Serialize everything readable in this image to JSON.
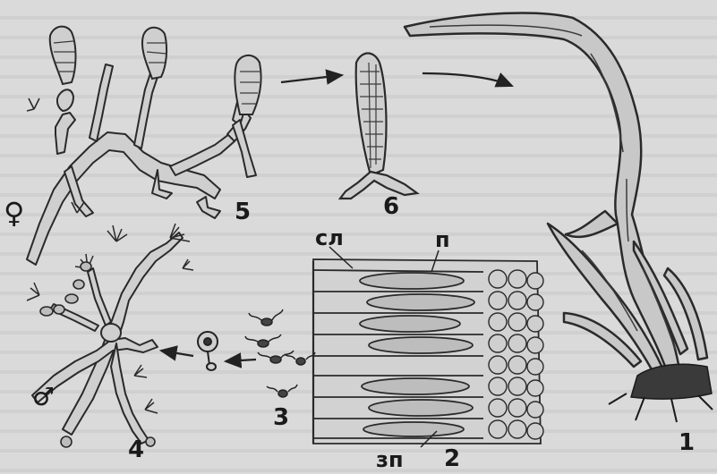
{
  "figure": {
    "labels": {
      "stage_1": "1",
      "stage_2": "2",
      "stage_3": "3",
      "stage_4": "4",
      "stage_5": "5",
      "stage_6": "6",
      "sl": "сл",
      "p": "п",
      "zp": "зп",
      "female": "♀",
      "male": "♂"
    }
  }
}
